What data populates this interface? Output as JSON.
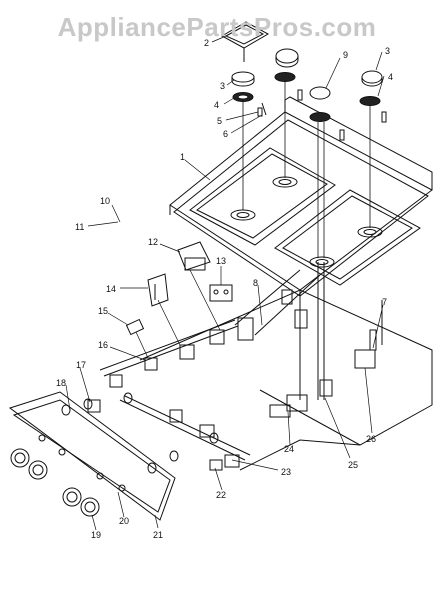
{
  "watermark": "AppliancePartsPros.com",
  "callouts": [
    "1",
    "2",
    "3",
    "3",
    "4",
    "4",
    "5",
    "6",
    "7",
    "8",
    "9",
    "10",
    "11",
    "12",
    "13",
    "14",
    "15",
    "16",
    "17",
    "18",
    "19",
    "20",
    "21",
    "22",
    "23",
    "24",
    "25",
    "26"
  ]
}
